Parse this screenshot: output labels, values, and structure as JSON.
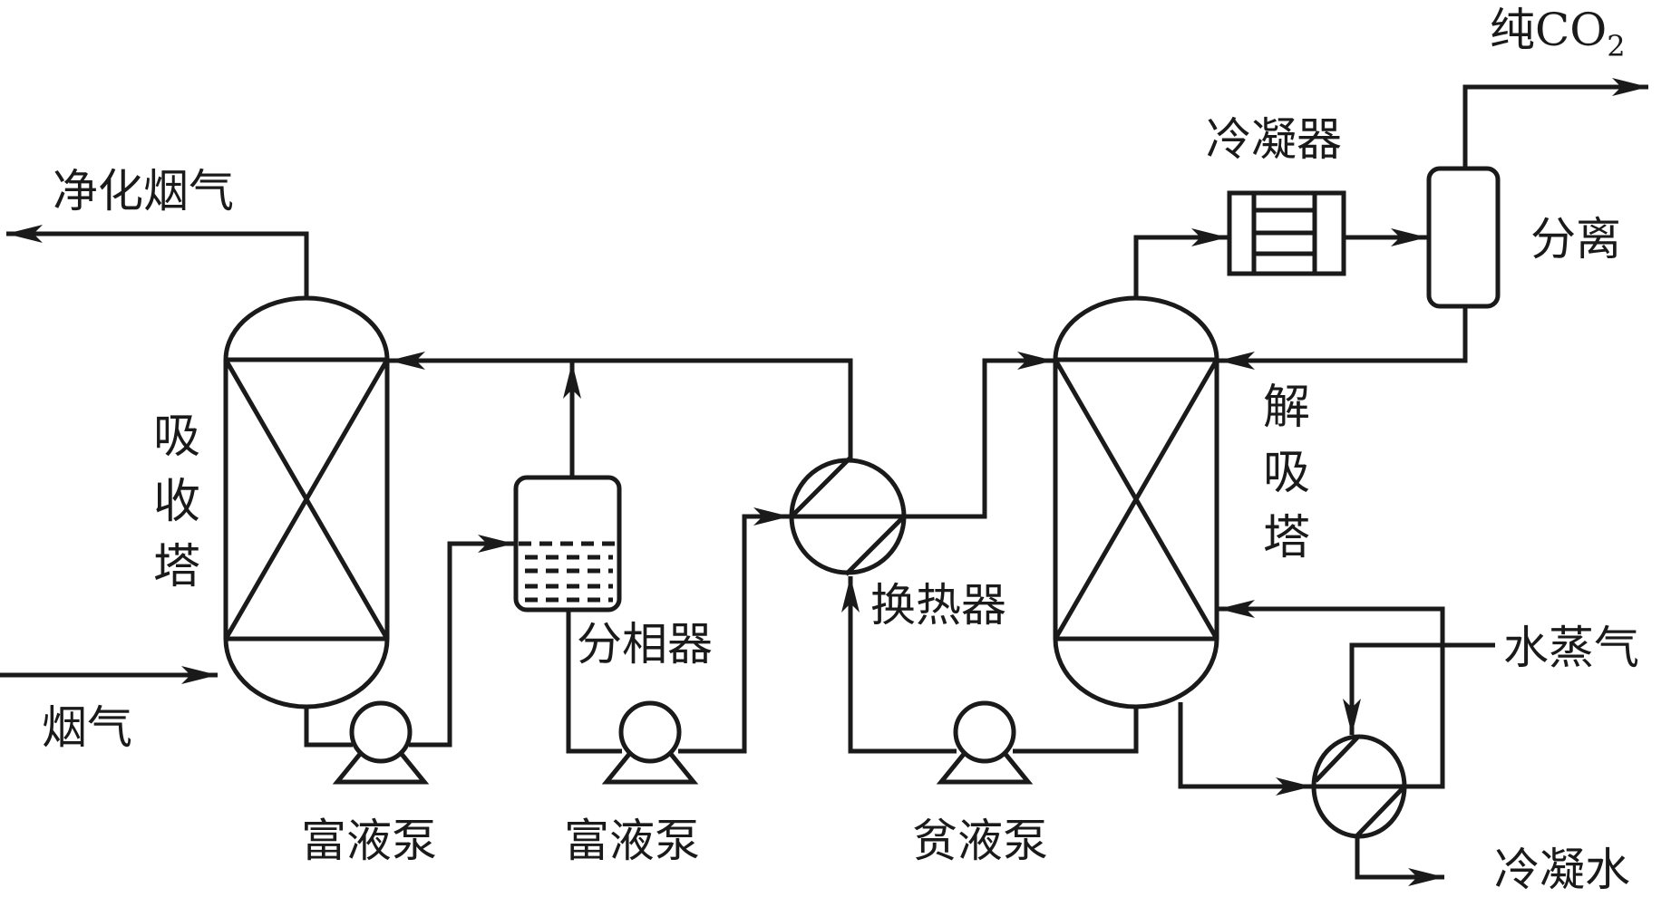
{
  "diagram": {
    "title": "CO2 capture absorption–desorption process flow",
    "colors": {
      "line": "#1a1a1a",
      "background": "#ffffff"
    },
    "labels": {
      "clean_flue_gas": "净化烟气",
      "flue_gas": "烟气",
      "absorber": "吸收塔",
      "desorber": "解吸塔",
      "phase_separator": "分相器",
      "heat_exchanger": "换热器",
      "rich_pump_1": "富液泵",
      "rich_pump_2": "富液泵",
      "lean_pump": "贫液泵",
      "condenser": "冷凝器",
      "separator": "分离",
      "pure_co2_prefix": "纯CO",
      "pure_co2_subscript": "2",
      "steam": "水蒸气",
      "condensate": "冷凝水"
    },
    "equipment": [
      {
        "id": "absorber",
        "type": "packed-column"
      },
      {
        "id": "desorber",
        "type": "packed-column"
      },
      {
        "id": "rich_pump_1",
        "type": "pump"
      },
      {
        "id": "rich_pump_2",
        "type": "pump"
      },
      {
        "id": "lean_pump",
        "type": "pump"
      },
      {
        "id": "phase_separator",
        "type": "vessel-with-liquid"
      },
      {
        "id": "heat_exchanger",
        "type": "heat-exchanger"
      },
      {
        "id": "reboiler",
        "type": "heat-exchanger"
      },
      {
        "id": "condenser",
        "type": "shell-tube-condenser"
      },
      {
        "id": "separator",
        "type": "vessel"
      }
    ],
    "streams": [
      {
        "from": "flue_gas",
        "to": "absorber"
      },
      {
        "from": "absorber",
        "to": "clean_flue_gas"
      },
      {
        "from": "absorber",
        "to": "rich_pump_1"
      },
      {
        "from": "rich_pump_1",
        "to": "phase_separator"
      },
      {
        "from": "phase_separator",
        "to": "absorber",
        "via": "lean line"
      },
      {
        "from": "phase_separator",
        "to": "rich_pump_2"
      },
      {
        "from": "rich_pump_2",
        "to": "heat_exchanger"
      },
      {
        "from": "heat_exchanger",
        "to": "desorber"
      },
      {
        "from": "desorber",
        "to": "lean_pump"
      },
      {
        "from": "lean_pump",
        "to": "heat_exchanger"
      },
      {
        "from": "heat_exchanger",
        "to": "absorber"
      },
      {
        "from": "desorber",
        "to": "condenser"
      },
      {
        "from": "condenser",
        "to": "separator"
      },
      {
        "from": "separator",
        "to": "pure_co2"
      },
      {
        "from": "separator",
        "to": "desorber"
      },
      {
        "from": "steam",
        "to": "reboiler"
      },
      {
        "from": "desorber",
        "to": "reboiler"
      },
      {
        "from": "reboiler",
        "to": "desorber"
      },
      {
        "from": "reboiler",
        "to": "condensate"
      }
    ]
  }
}
